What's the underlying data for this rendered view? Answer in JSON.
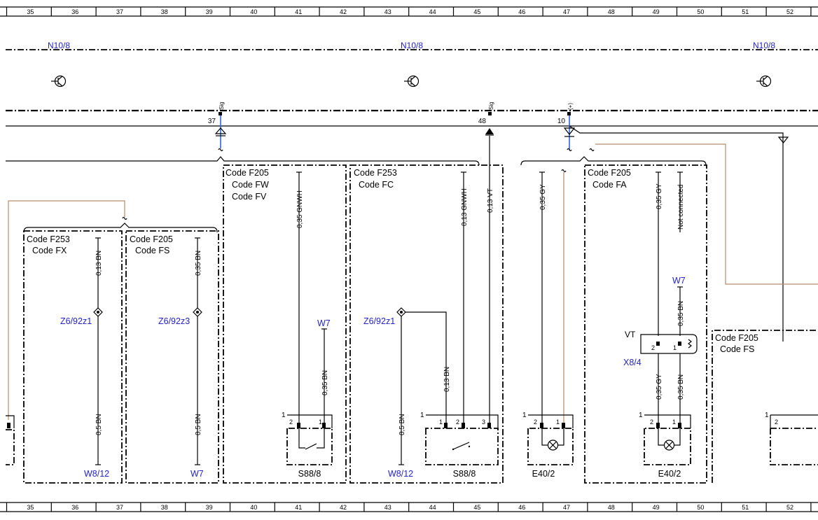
{
  "grid_numbers": [
    "35",
    "36",
    "37",
    "38",
    "39",
    "40",
    "41",
    "42",
    "43",
    "44",
    "45",
    "46",
    "47",
    "48",
    "49",
    "50",
    "51",
    "52"
  ],
  "top_components": [
    "N10/8",
    "N10/8",
    "N10/8"
  ],
  "bus_pins": [
    {
      "pin": "37",
      "signal": "Sig"
    },
    {
      "pin": "48",
      "signal": "Sig"
    },
    {
      "pin": "10",
      "signal": "(+)"
    }
  ],
  "code_blocks": [
    {
      "lines": [
        "Code F253",
        "Code FX"
      ]
    },
    {
      "lines": [
        "Code F205",
        "Code FS"
      ]
    },
    {
      "lines": [
        "Code F205",
        "Code FW",
        "Code FV"
      ]
    },
    {
      "lines": [
        "Code F253",
        "Code FC"
      ]
    },
    {
      "lines": [
        "Code F205",
        "Code FA"
      ]
    },
    {
      "lines": [
        "Code F205",
        "Code FS"
      ]
    }
  ],
  "wire_labels": {
    "w1": "0,13 BN",
    "w2": "0,5 BN",
    "w3": "0,35 BN",
    "w4": "0,5 BN",
    "w5": "0,35 GNWH",
    "w6": "0,35 BN",
    "w7": "0,5 BN",
    "w8": "0,13 GNWH",
    "w9": "0,13 BN",
    "w10": "0,13 VT",
    "w11": "0,35 GY",
    "w12": "0,35 GY",
    "w13": "Not connected",
    "w14": "0,35 BN",
    "w15": "0,35 GY",
    "w16": "0,35 BN"
  },
  "blue_refs": {
    "z1": "Z6/92z1",
    "z3": "Z6/92z3",
    "z1b": "Z6/92z1",
    "w8_12a": "W8/12",
    "w7a": "W7",
    "w7b": "W7",
    "w8_12b": "W8/12",
    "w7c": "W7",
    "x8_4": "X8/4"
  },
  "components": {
    "s88a": "S88/8",
    "s88b": "S88/8",
    "e40a": "E40/2",
    "e40b": "E40/2"
  },
  "connector_text": {
    "vt": "VT",
    "p1": "1",
    "p2": "2",
    "p3": "1",
    "p4": "1",
    "p5": "2",
    "p6": "3",
    "p7": "1",
    "p8": "2",
    "p9": "1",
    "p10": "1",
    "p11": "2",
    "p12": "1",
    "p13": "2",
    "p14": "1",
    "p15": "1",
    "p16": "2",
    "x1": "2",
    "x2": "1"
  },
  "colors": {
    "text_blue": "#2323c8",
    "wire_brown": "#b88a68",
    "wire_blue": "#2a63e6",
    "line": "#000000"
  }
}
